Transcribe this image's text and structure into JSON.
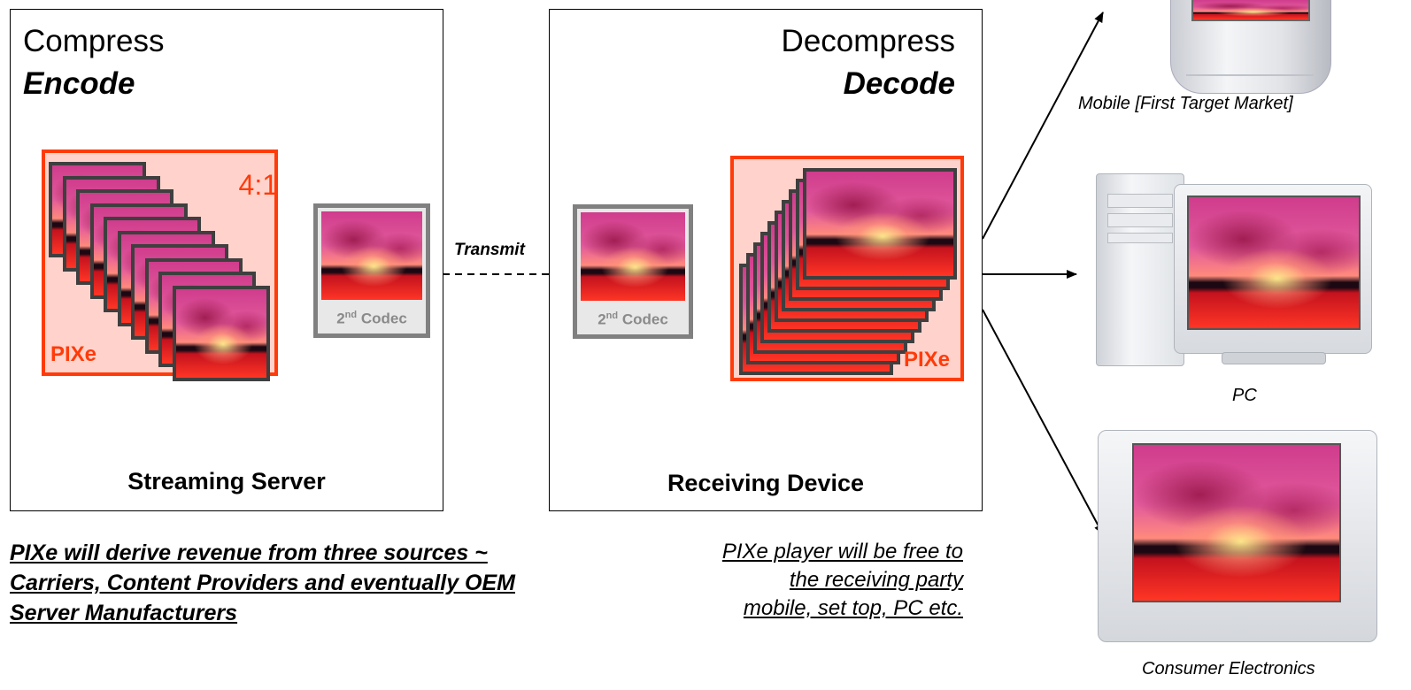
{
  "encode_panel": {
    "title": "Compress",
    "subtitle": "Encode",
    "ratio": "4:1",
    "brand": "PIXe",
    "footer": "Streaming Server"
  },
  "decode_panel": {
    "title": "Decompress",
    "subtitle": "Decode",
    "brand": "PIXe",
    "footer": "Receiving Device"
  },
  "codec": {
    "prefix": "2",
    "superscript": "nd",
    "suffix": "Codec"
  },
  "transmit_label": "Transmit",
  "devices": [
    {
      "caption": "Mobile [First Target Market]"
    },
    {
      "caption": "PC"
    },
    {
      "caption": "Consumer Electronics"
    }
  ],
  "notes": {
    "revenue": "PIXe will derive revenue from three sources ~ Carriers, Content Providers and eventually OEM Server Manufacturers",
    "player_lines": [
      "PIXe player will be free to",
      "the receiving party",
      "mobile, set top, PC etc."
    ]
  },
  "colors": {
    "accent_red": "#ff3b0a",
    "tint_pink": "#ffd3cc",
    "frame_gray": "#808080"
  }
}
